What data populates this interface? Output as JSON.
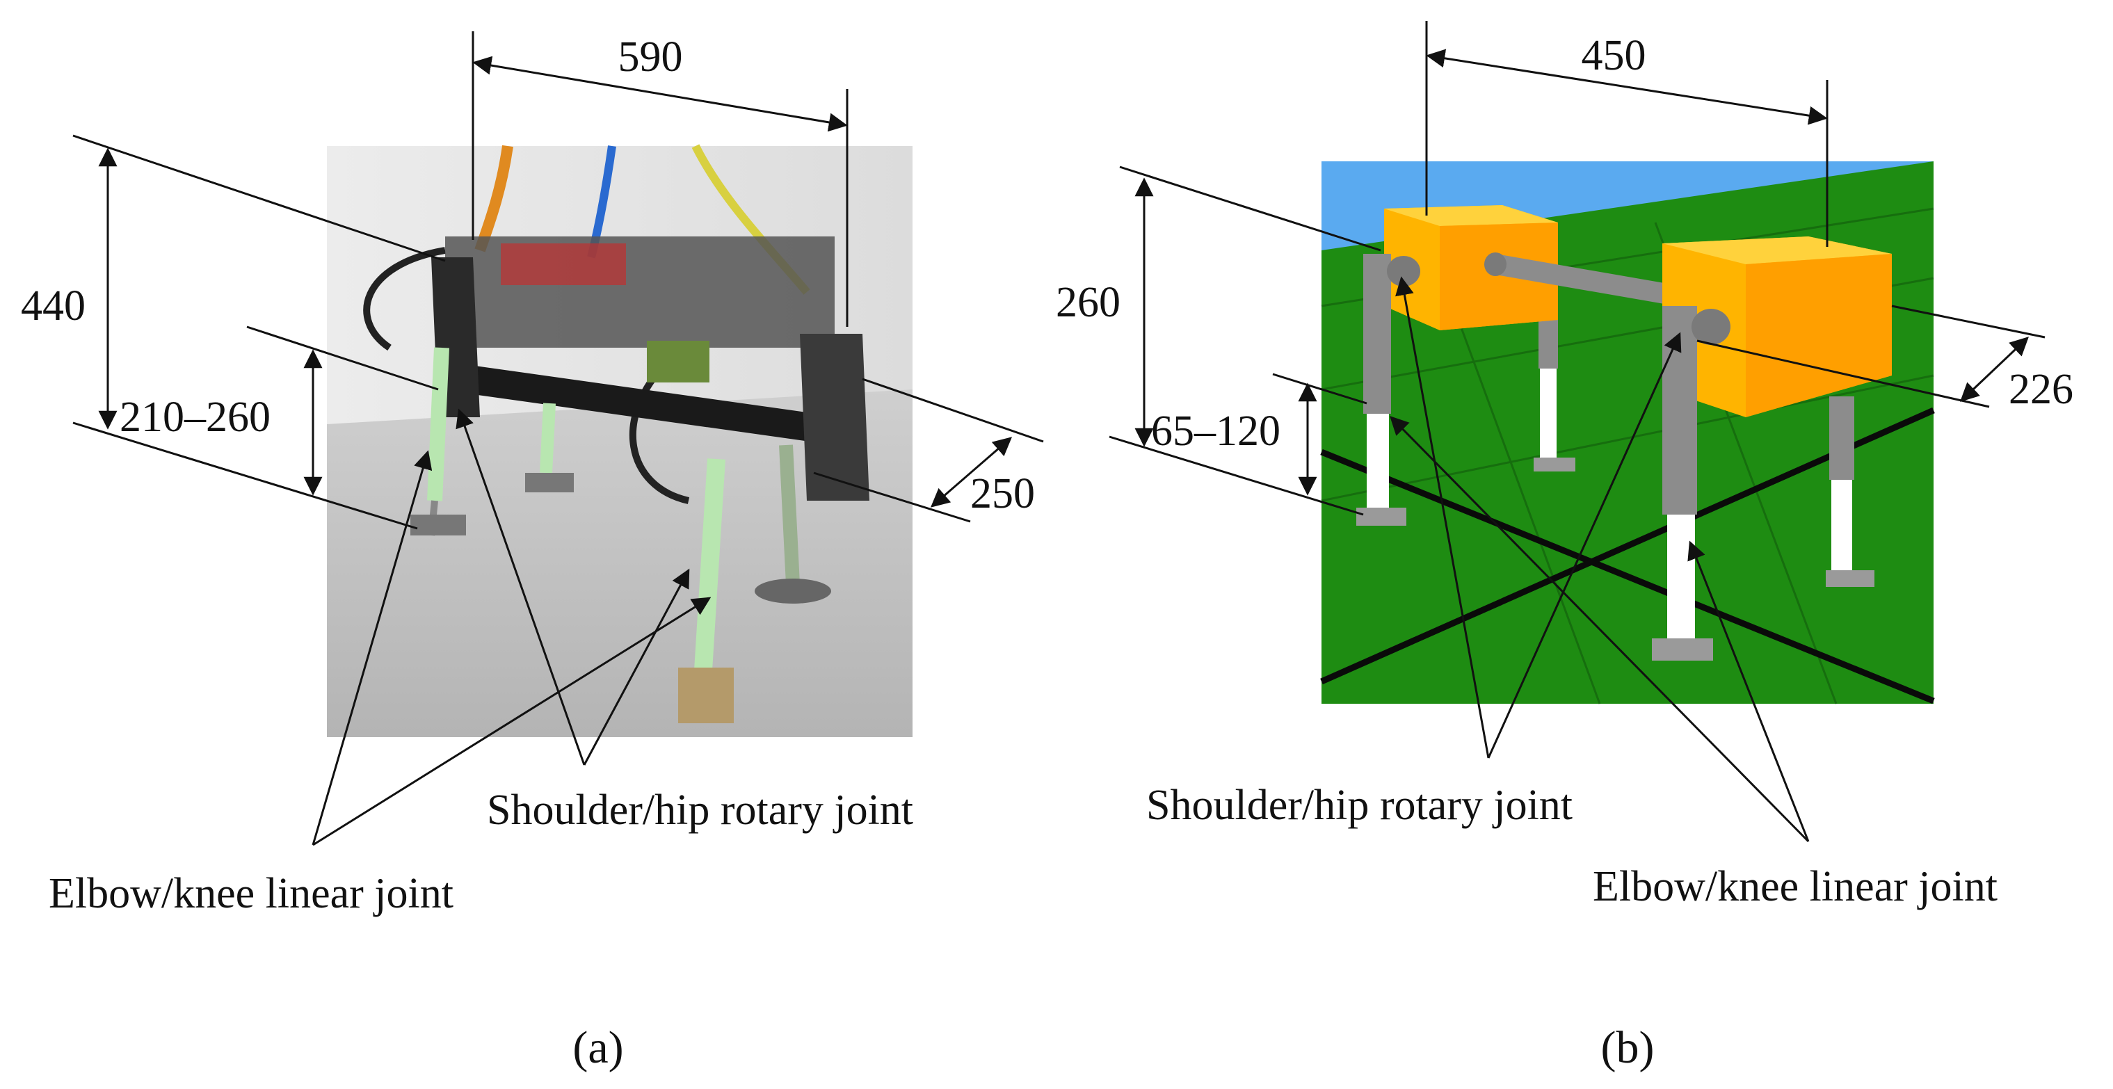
{
  "panel_a": {
    "dimensions": {
      "body_length": "590",
      "total_height": "440",
      "leg_length_range": "210–260",
      "body_width": "250"
    },
    "annotations": {
      "rotary_joint": "Shoulder/hip rotary joint",
      "linear_joint": "Elbow/knee linear joint"
    },
    "caption": "(a)"
  },
  "panel_b": {
    "dimensions": {
      "body_length": "450",
      "total_height": "260",
      "leg_length_range": "65–120",
      "body_width": "226"
    },
    "annotations": {
      "rotary_joint": "Shoulder/hip rotary joint",
      "linear_joint": "Elbow/knee linear joint"
    },
    "caption": "(b)"
  },
  "colors": {
    "sky": "#5aaaf0",
    "ground": "#1e8c12",
    "ground_line": "#0a0a0a",
    "body_box": "#ffb400",
    "body_box_top": "#ffd23c",
    "rod": "#8c8c8c",
    "leg_lower": "#ffffff",
    "photo_background": "#dcdcdc",
    "robot_frame": "#1a1a1a",
    "leg_tube": "#b8e6b0"
  }
}
